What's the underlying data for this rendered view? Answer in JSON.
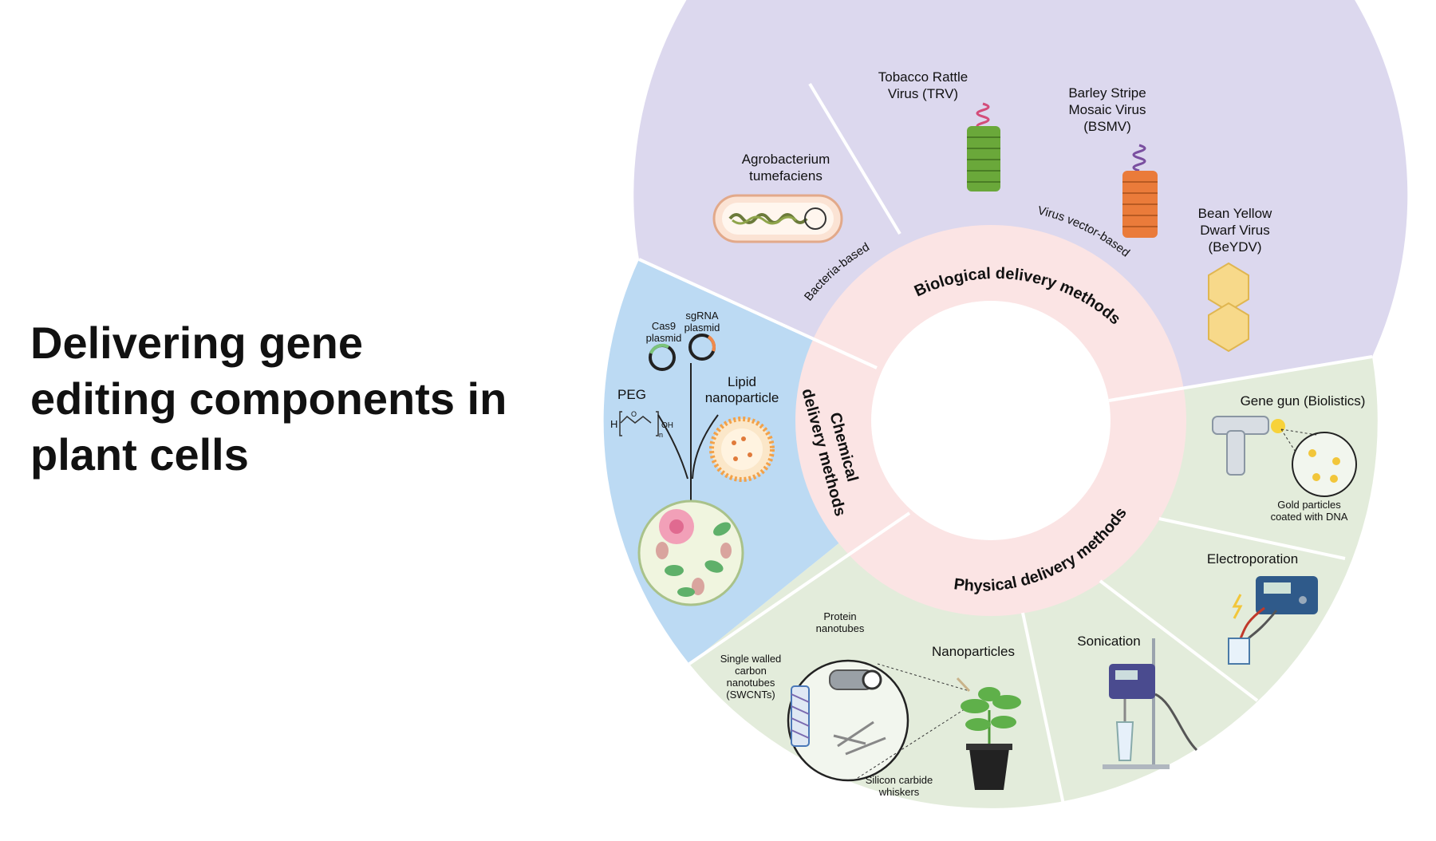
{
  "title": {
    "line1": "Delivering gene",
    "line2": "editing components in",
    "line3": "plant cells"
  },
  "ring": {
    "biological": "Biological delivery methods",
    "chemical_line1": "Chemical",
    "chemical_line2": "delivery methods",
    "physical": "Physical delivery methods",
    "bacteria_based": "Bacteria-based",
    "virus_vector_based": "Virus vector-based"
  },
  "biological": {
    "agro_line1": "Agrobacterium",
    "agro_line2": "tumefaciens",
    "trv_line1": "Tobacco Rattle",
    "trv_line2": "Virus (TRV)",
    "bsmv_line1": "Barley Stripe",
    "bsmv_line2": "Mosaic Virus",
    "bsmv_line3": "(BSMV)",
    "beydv_line1": "Bean Yellow",
    "beydv_line2": "Dwarf Virus",
    "beydv_line3": "(BeYDV)"
  },
  "chemical": {
    "cas9_line1": "Cas9",
    "cas9_line2": "plasmid",
    "sgrna_line1": "sgRNA",
    "sgrna_line2": "plasmid",
    "peg": "PEG",
    "lipid_line1": "Lipid",
    "lipid_line2": "nanoparticle",
    "peg_h": "H",
    "peg_o": "O",
    "peg_n": "n",
    "peg_oh": "OH"
  },
  "physical": {
    "gene_gun": "Gene gun (Biolistics)",
    "gold_line1": "Gold particles",
    "gold_line2": "coated with DNA",
    "electroporation": "Electroporation",
    "sonication": "Sonication",
    "nanoparticles": "Nanoparticles",
    "protein_line1": "Protein",
    "protein_line2": "nanotubes",
    "swcnt_line1": "Single walled",
    "swcnt_line2": "carbon",
    "swcnt_line3": "nanotubes",
    "swcnt_line4": "(SWCNTs)",
    "silicon_line1": "Silicon carbide",
    "silicon_line2": "whiskers"
  },
  "colors": {
    "biological_sector": "#dcd8ee",
    "chemical_sector": "#bcdaf3",
    "physical_sector": "#e3ecdb",
    "inner_ring": "#fbe4e4",
    "divider": "#ffffff"
  }
}
